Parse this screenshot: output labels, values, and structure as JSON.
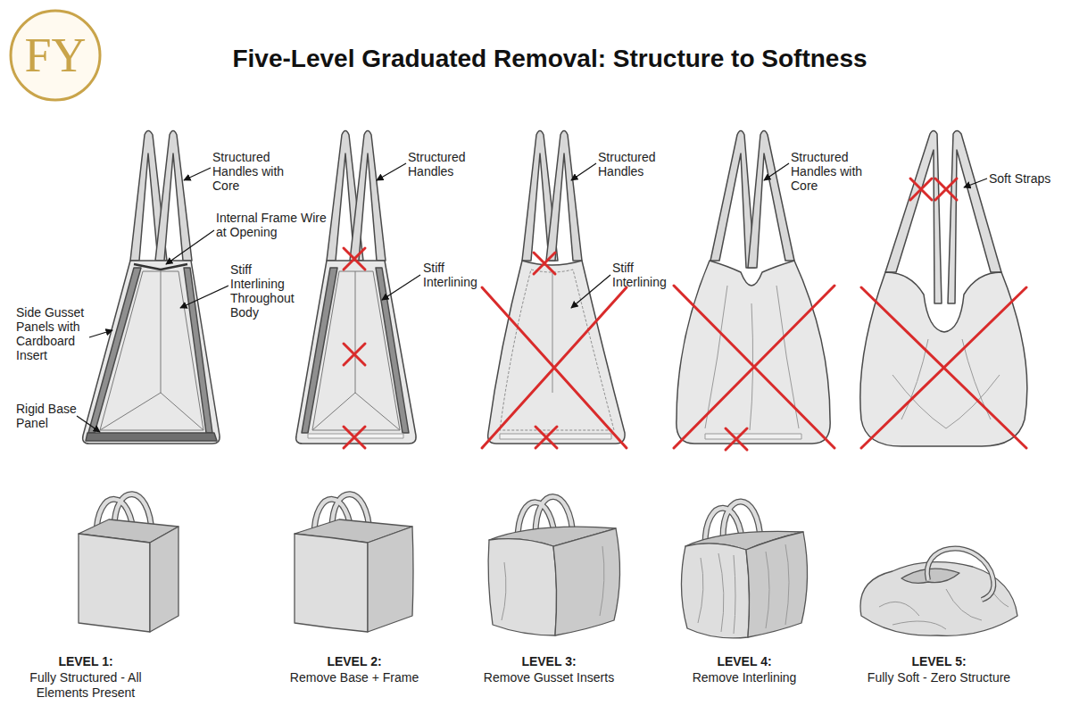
{
  "diagram": {
    "title": "Five-Level Graduated Removal: Structure to Softness",
    "labels": [
      "FY",
      "Structured Handles with Core",
      "Internal Frame Wire at Opening",
      "Stiff Interlining Throughout Body",
      "Side Gusset Panels with Cardboard Insert",
      "Rigid Base Panel",
      "Structured Handles",
      "Stiff Interlining",
      "Structured Handles",
      "Stiff Interlining",
      "Structured Handles with Core",
      "Soft Straps",
      "LEVEL 1:",
      "Fully Structured - All Elements Present",
      "LEVEL 2:",
      "Remove Base + Frame",
      "LEVEL 3:",
      "Remove Gusset Inserts",
      "LEVEL 4:",
      "Remove Interlining",
      "LEVEL 5:",
      "Fully Soft - Zero Structure"
    ]
  }
}
